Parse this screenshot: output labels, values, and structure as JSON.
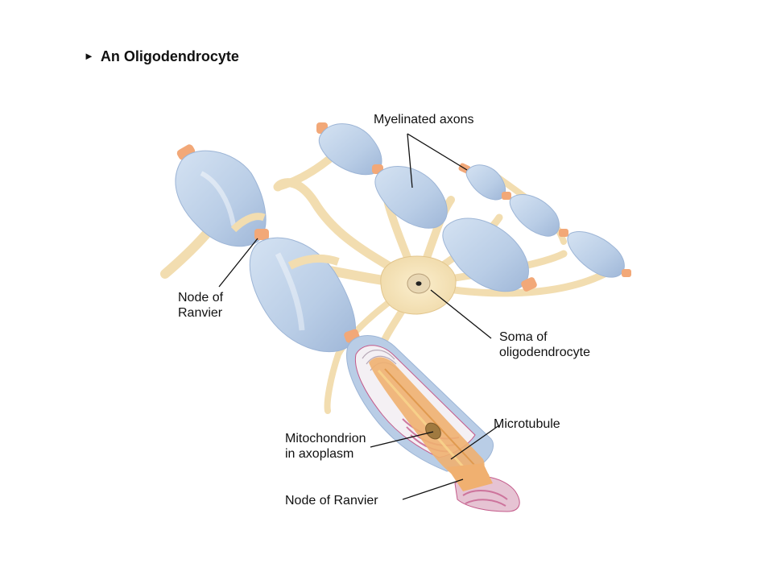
{
  "title": "An Oligodendrocyte",
  "title_marker": "►",
  "labels": {
    "myelinated_axons": "Myelinated axons",
    "node_left_line1": "Node of",
    "node_left_line2": "Ranvier",
    "soma_line1": "Soma of",
    "soma_line2": "oligodendrocyte",
    "mito_line1": "Mitochondrion",
    "mito_line2": "in axoplasm",
    "microtubule": "Microtubule",
    "node_bottom": "Node of Ranvier"
  },
  "colors": {
    "myelin": "#b9cde6",
    "myelin_shade": "#9db5d6",
    "process": "#f2ddb0",
    "process_edge": "#e2c58c",
    "node": "#f2a878",
    "axoplasm": "#f0b070",
    "membrane_pink": "#c45a8a",
    "leader": "#111111"
  }
}
